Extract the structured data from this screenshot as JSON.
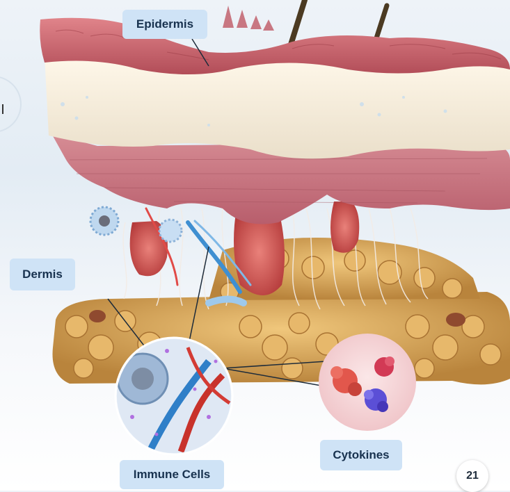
{
  "labels": {
    "epidermis": "Epidermis",
    "dermis": "Dermis",
    "immune_cells": "Immune Cells",
    "cytokines": "Cytokines"
  },
  "page_number": "21",
  "colors": {
    "label_bg": "#cfe3f6",
    "label_text": "#18324f",
    "epidermis_surface": "#c9626b",
    "stratum_corneum": "#f4ecdc",
    "basal_layer": "#c9727e",
    "fat_tissue": "#d9a95b",
    "blood_vessel_red": "#c8322b",
    "blood_vessel_blue": "#3f8fd1",
    "cytokine_circle": "#f3d3d6",
    "cytokine_red": "#e2574c",
    "cytokine_crimson": "#d23a55",
    "cytokine_purple": "#5b4fd6"
  },
  "icons": [
    "hair-shaft",
    "immune-cell",
    "cytokine-protein",
    "blood-vessel",
    "nerve-fiber"
  ]
}
